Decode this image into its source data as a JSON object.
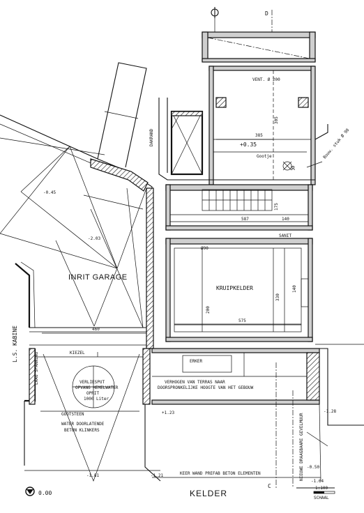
{
  "labels": {
    "inrit_garage": "INRIT GARAGE",
    "kruipkelder": "KRUIPKELDER",
    "kelder": "KELDER",
    "level": "0.00",
    "ls_kabine": "L.S. KABINE",
    "verlies_put": "VERLIESPUT",
    "verlies_put_2": "OPVANG HEMELWATER",
    "verlies_put_3": "OPRIT",
    "verlies_put_4": "1000 Liter",
    "verhogen_1": "VERHOGEN VAN TERRAS NAAR",
    "verhogen_2": "DOORSPRONKELIJKE HOOGTE VAN HET GEBOUW",
    "water_1": "WATER DOORLATENDE",
    "water_2": "BETON KLINKERS",
    "kiezel": "KIEZEL",
    "goot": "GOOTSTEEN",
    "erker": "ERKER",
    "bottom_note": "KEER WAND PREFAB BETON ELEMENTEN",
    "right_note": "NIEUWE DRAAGBAARE GEVELMUUR",
    "dakrand": "DAKRAND",
    "kabine_note": "LAAG SPANNING",
    "vent": "VENT. Ø 200",
    "vent_right": "Bouw. stuk Ø 90",
    "gootje": "Gootje",
    "sanitair": "SANIT",
    "section_d": "D",
    "section_c": "C",
    "schaal": "SCHAAL",
    "schaal_val": "1:100",
    "dim_045": "-0.45",
    "dim_203": "-2.03",
    "dim_035": "+0.35",
    "dim_123": "+1.23",
    "dim_128": "-1.28",
    "dim_164": "-1.64",
    "dim_050": "-0.50",
    "dim_181": "-1.81",
    "dim_121": "-1.21",
    "dim_305": "305",
    "dim_385": "385",
    "dim_460": "460",
    "dim_575": "575",
    "dim_587": "587",
    "dim_330": "330",
    "dim_140": "140",
    "dim_200": "200",
    "dim_90": "Ø90",
    "dim_r": "R",
    "dim_140b": "140",
    "dim_175": "175"
  }
}
